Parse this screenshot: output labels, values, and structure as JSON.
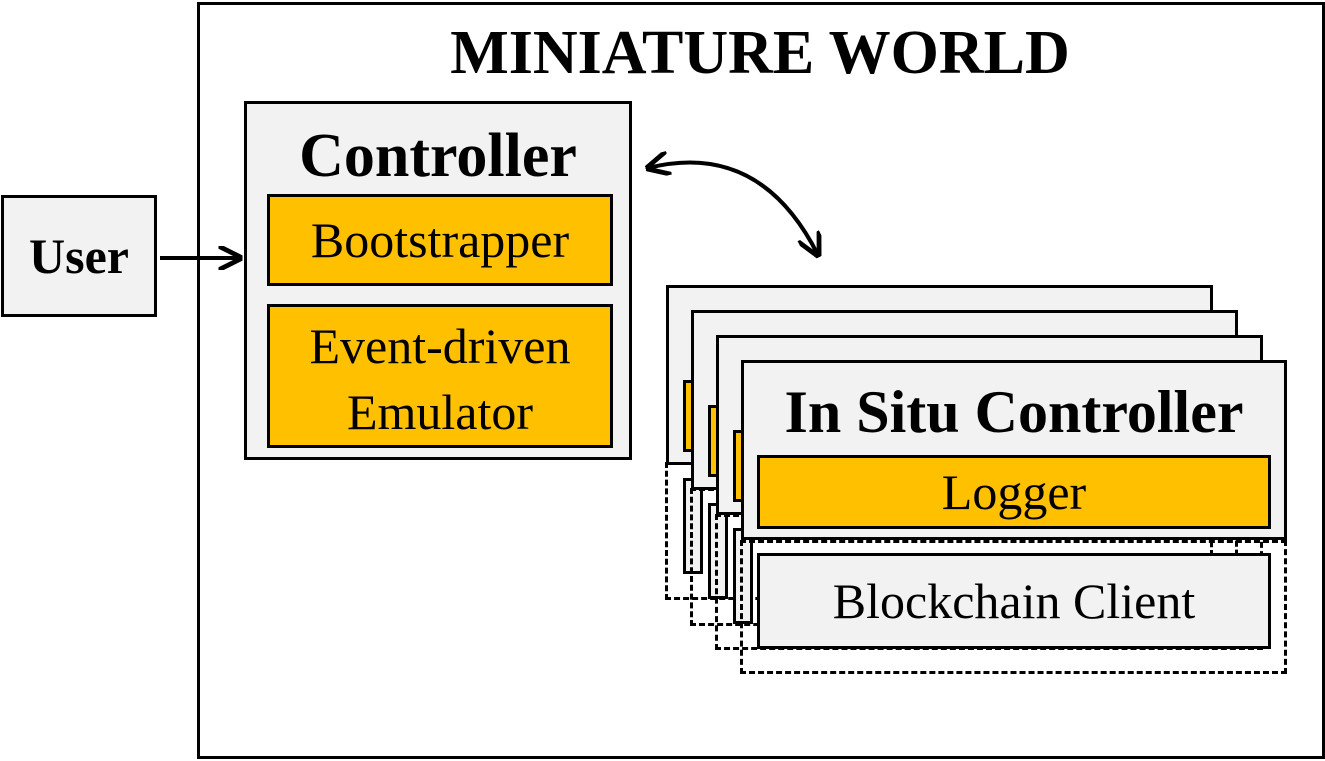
{
  "world": {
    "title": "MINIATURE WORLD"
  },
  "user": {
    "label": "User"
  },
  "controller": {
    "title": "Controller",
    "bootstrapper": "Bootstrapper",
    "emulator_line1": "Event-driven",
    "emulator_line2": "Emulator"
  },
  "in_situ": {
    "title": "In Situ Controller",
    "logger": "Logger",
    "client": "Blockchain Client"
  },
  "colors": {
    "component": "#ffc000",
    "box": "#f2f2f2",
    "stroke": "#000000"
  }
}
